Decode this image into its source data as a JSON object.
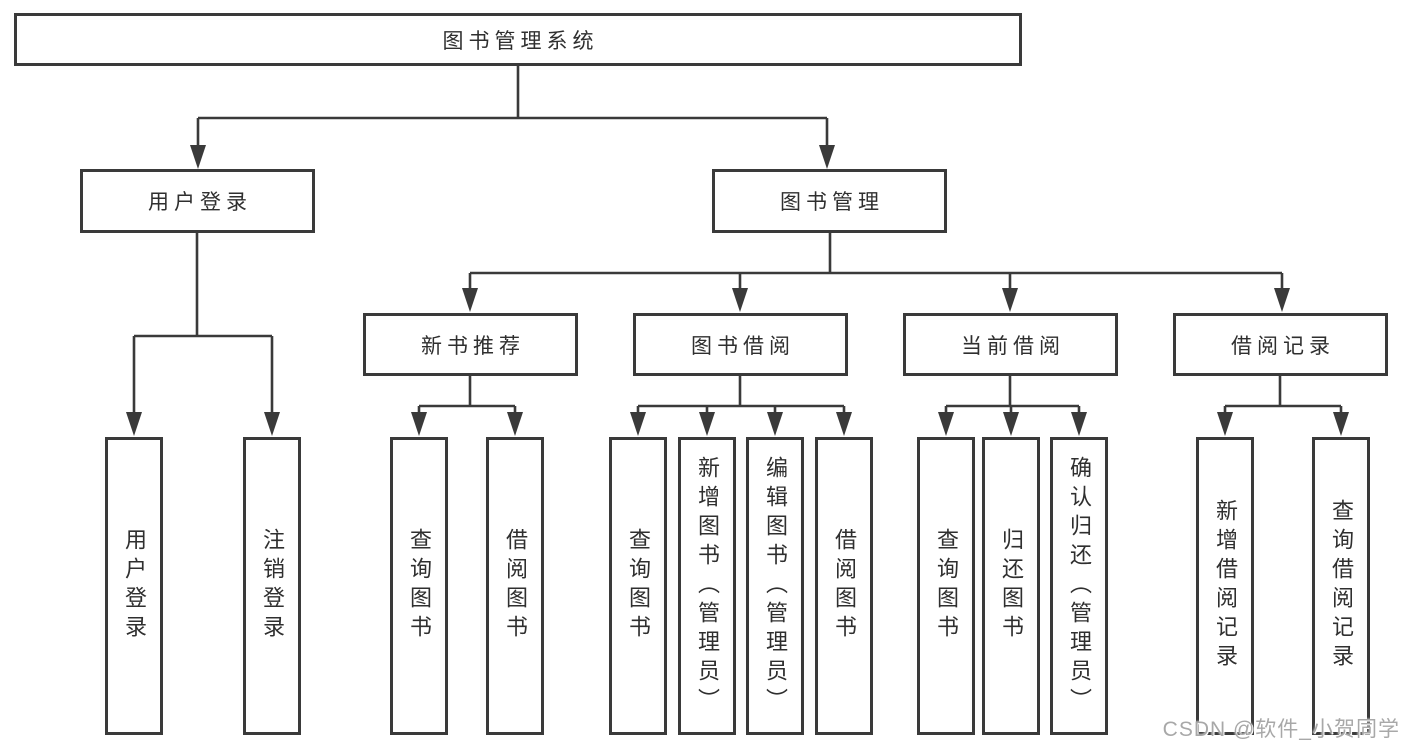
{
  "diagram": {
    "type": "hierarchy-tree",
    "colors": {
      "line": "#3a3a3a",
      "box_border": "#3a3a3a",
      "box_fill": "#ffffff",
      "text": "#2f2f2f",
      "watermark": "#a8a8a8",
      "background": "#ffffff"
    },
    "root": {
      "label": "图书管理系统"
    },
    "level2": [
      {
        "label": "用户登录"
      },
      {
        "label": "图书管理"
      }
    ],
    "level3": [
      {
        "label": "新书推荐"
      },
      {
        "label": "图书借阅"
      },
      {
        "label": "当前借阅"
      },
      {
        "label": "借阅记录"
      }
    ],
    "level4": {
      "user_login": [
        {
          "label": "用户登录"
        },
        {
          "label": "注销登录"
        }
      ],
      "new_book_recommendation": [
        {
          "label": "查询图书"
        },
        {
          "label": "借阅图书"
        }
      ],
      "book_borrowing": [
        {
          "label": "查询图书"
        },
        {
          "label": "新增图书（管理员）"
        },
        {
          "label": "编辑图书（管理员）"
        },
        {
          "label": "借阅图书"
        }
      ],
      "current_borrowing": [
        {
          "label": "查询图书"
        },
        {
          "label": "归还图书"
        },
        {
          "label": "确认归还（管理员）"
        }
      ],
      "borrowing_records": [
        {
          "label": "新增借阅记录"
        },
        {
          "label": "查询借阅记录"
        }
      ]
    },
    "watermark": {
      "text": "CSDN @软件_小贺同学"
    }
  }
}
